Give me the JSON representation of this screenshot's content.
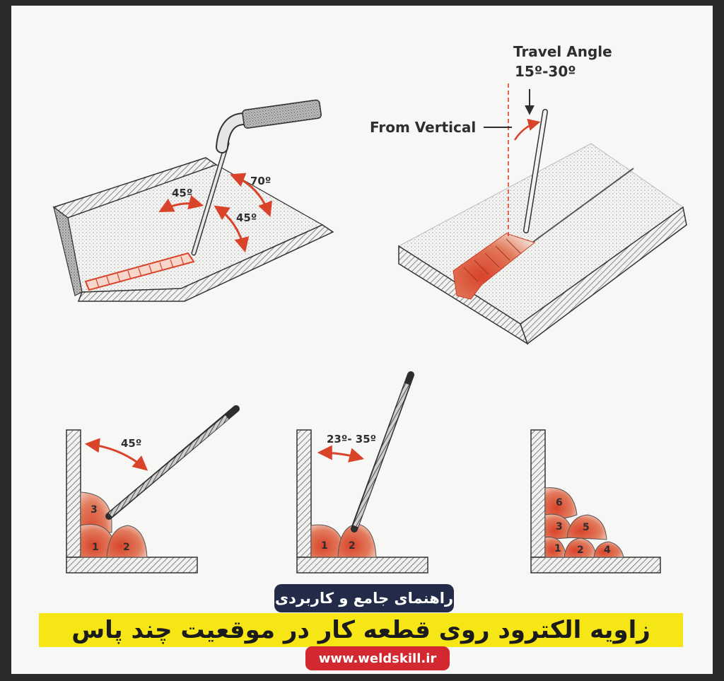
{
  "labels": {
    "fig1_angle_a": "45º",
    "fig1_angle_b": "70º",
    "fig1_angle_c": "45º",
    "travel_angle_title": "Travel Angle",
    "travel_angle_value": "15º-30º",
    "from_vertical": "From Vertical",
    "fig3_angle": "45º",
    "fig4_angle": "23º- 35º"
  },
  "passes": {
    "fig3": [
      "1",
      "2",
      "3"
    ],
    "fig4": [
      "1",
      "2"
    ],
    "fig5": [
      "1",
      "2",
      "3",
      "4",
      "5",
      "6"
    ]
  },
  "footer": {
    "badge": "راهنمای جامع و کاربردی",
    "title": "زاویه الکترود روی قطعه کار در موقعیت چند پاس",
    "website": "www.weldskill.ir"
  },
  "colors": {
    "accent": "#d8432a",
    "banner": "#f7e616",
    "badge": "#232b48",
    "site": "#d3282f"
  }
}
